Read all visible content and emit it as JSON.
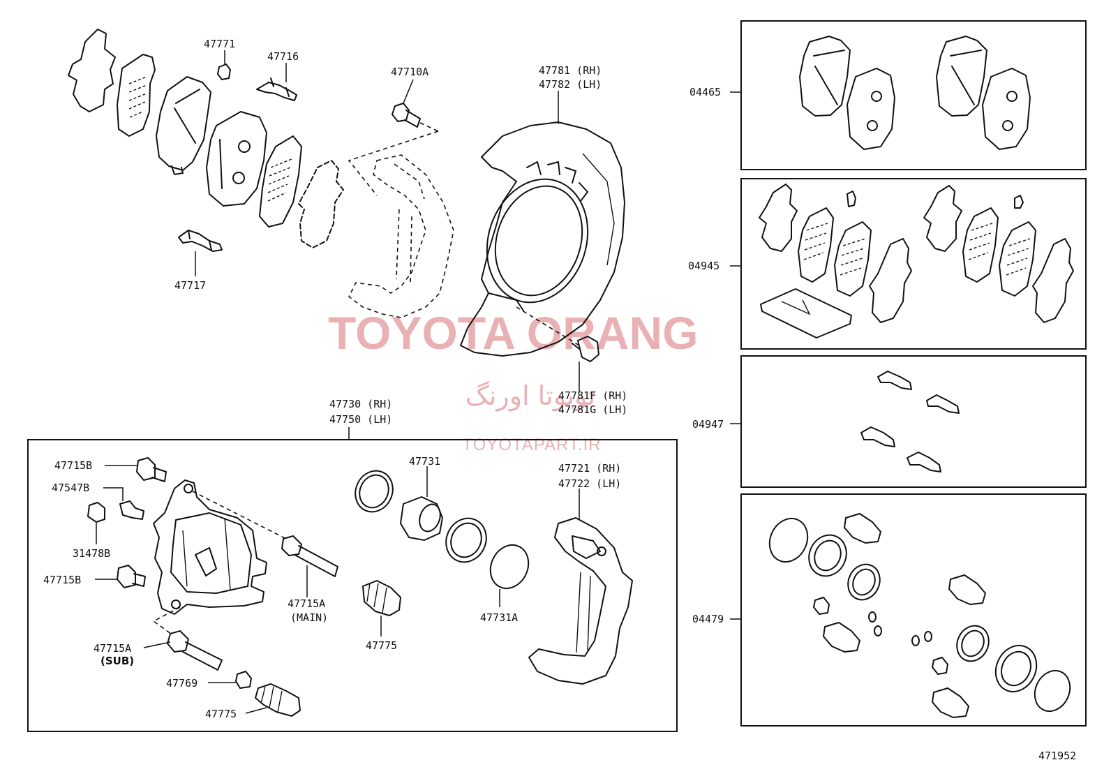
{
  "watermark": {
    "title": "TOYOTA ORANG",
    "persian": "تویوتا اورنگ",
    "url": "TOYOTAPART.IR"
  },
  "diagram_id": "471952",
  "parts": {
    "p47771": "47771",
    "p47716": "47716",
    "p47717": "47717",
    "p47710A": "47710A",
    "p47781_rh": "47781 (RH)",
    "p47782_lh": "47782 (LH)",
    "p47781F_rh": "47781F (RH)",
    "p47781G_lh": "47781G (LH)",
    "p47730_rh": "47730 (RH)",
    "p47750_lh": "47750 (LH)",
    "p47715B_top": "47715B",
    "p47547B": "47547B",
    "p31478B": "31478B",
    "p47715B_bot": "47715B",
    "p47715A_main": "47715A",
    "main_tag": "(MAIN)",
    "p47715A_sub": "47715A",
    "sub_tag": "(SUB)",
    "p47769": "47769",
    "p47775_bot": "47775",
    "p47775_mid": "47775",
    "p47731": "47731",
    "p47731A": "47731A",
    "p47721_rh": "47721 (RH)",
    "p47722_lh": "47722 (LH)"
  },
  "kits": [
    {
      "code": "04465"
    },
    {
      "code": "04945"
    },
    {
      "code": "04947"
    },
    {
      "code": "04479"
    }
  ]
}
